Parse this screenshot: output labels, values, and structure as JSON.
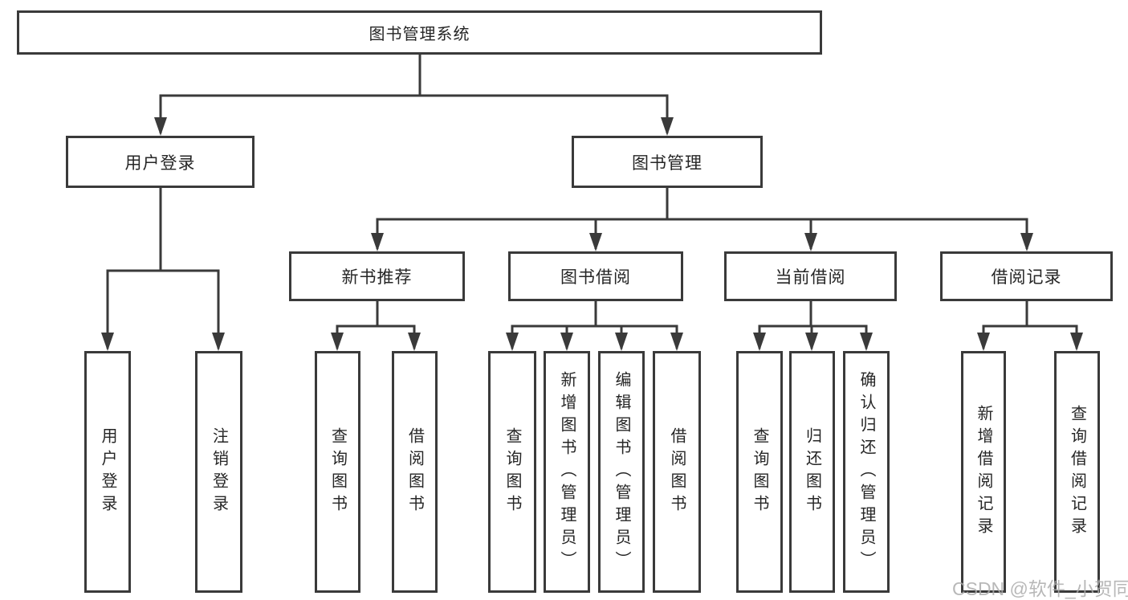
{
  "watermark": "CSDN @软件_小贺同学",
  "colors": {
    "line": "#3a3a3a",
    "box_border": "#3a3a3a",
    "text": "#262626",
    "background": "#ffffff",
    "watermark": "#acacac"
  },
  "tree": {
    "root": {
      "label": "图书管理系统"
    },
    "branches": [
      {
        "label": "用户登录",
        "children": [
          {
            "label": "用户登录"
          },
          {
            "label": "注销登录"
          }
        ]
      },
      {
        "label": "图书管理",
        "children": [
          {
            "label": "新书推荐",
            "children": [
              {
                "label": "查询图书"
              },
              {
                "label": "借阅图书"
              }
            ]
          },
          {
            "label": "图书借阅",
            "children": [
              {
                "label": "查询图书"
              },
              {
                "label": "新增图书（管理员）"
              },
              {
                "label": "编辑图书（管理员）"
              },
              {
                "label": "借阅图书"
              }
            ]
          },
          {
            "label": "当前借阅",
            "children": [
              {
                "label": "查询图书"
              },
              {
                "label": "归还图书"
              },
              {
                "label": "确认归还（管理员）"
              }
            ]
          },
          {
            "label": "借阅记录",
            "children": [
              {
                "label": "新增借阅记录"
              },
              {
                "label": "查询借阅记录"
              }
            ]
          }
        ]
      }
    ]
  }
}
